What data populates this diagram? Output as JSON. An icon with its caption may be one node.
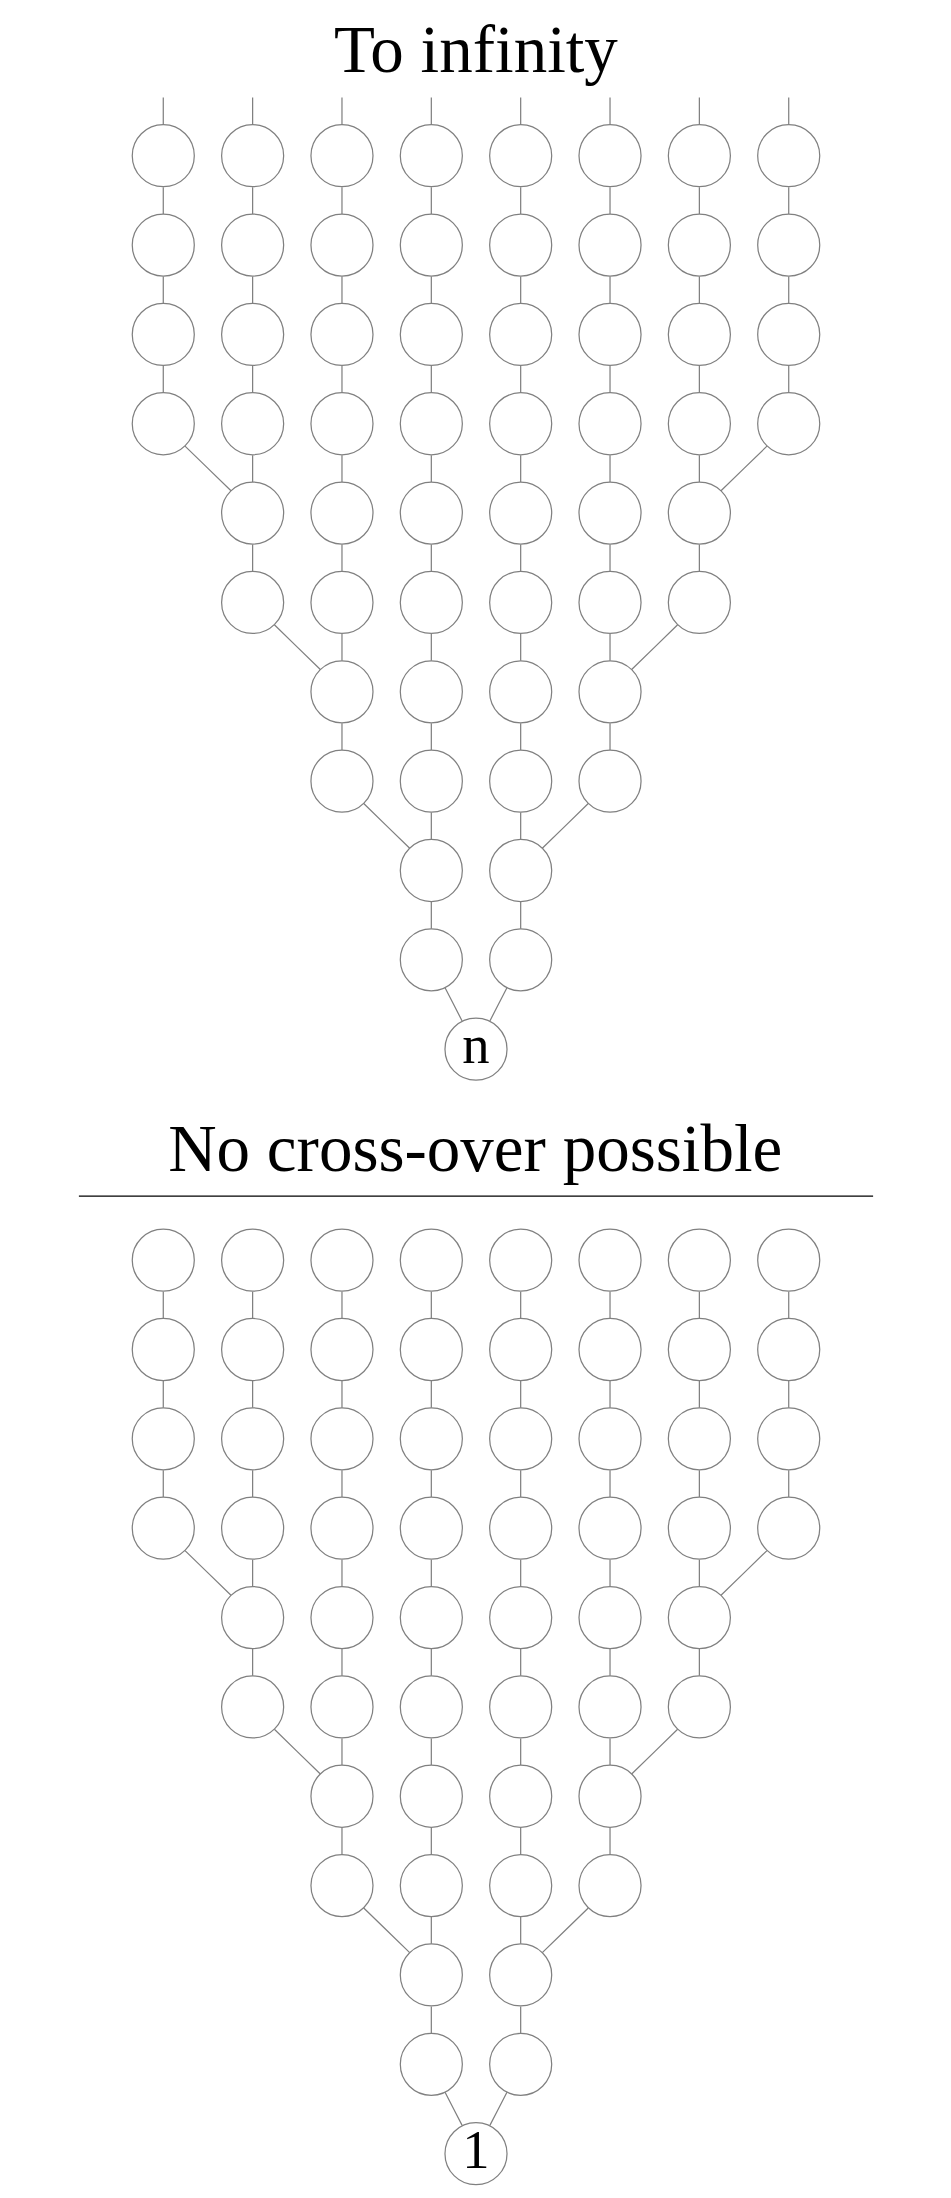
{
  "diagram": {
    "title": "To infinity",
    "nodes": [
      {
        "text": [],
        "shape": "circle"
      },
      {
        "text": [],
        "shape": "circle"
      },
      {
        "text": [],
        "shape": "circle"
      },
      {
        "text": [],
        "shape": "circle"
      },
      {
        "text": [],
        "shape": "circle"
      },
      {
        "text": [],
        "shape": "circle"
      },
      {
        "text": [],
        "shape": "circle"
      },
      {
        "text": [],
        "shape": "circle"
      },
      {
        "text": [],
        "shape": "circle"
      },
      {
        "text": [],
        "shape": "circle"
      },
      {
        "text": [],
        "shape": "circle"
      },
      {
        "text": [],
        "shape": "circle"
      },
      {
        "text": [],
        "shape": "circle"
      },
      {
        "text": [],
        "shape": "circle"
      },
      {
        "text": [],
        "shape": "circle"
      },
      {
        "text": [],
        "shape": "circle"
      },
      {
        "text": [],
        "shape": "circle"
      },
      {
        "text": [],
        "shape": "circle"
      },
      {
        "text": [],
        "shape": "circle"
      },
      {
        "text": [],
        "shape": "circle"
      },
      {
        "text": [],
        "shape": "circle"
      },
      {
        "text": [],
        "shape": "circle"
      },
      {
        "text": [],
        "shape": "circle"
      },
      {
        "text": [],
        "shape": "circle"
      },
      {
        "text": [],
        "shape": "circle"
      },
      {
        "text": [],
        "shape": "circle"
      },
      {
        "text": [],
        "shape": "circle"
      },
      {
        "text": [],
        "shape": "circle"
      },
      {
        "text": [],
        "shape": "circle"
      },
      {
        "text": [],
        "shape": "circle"
      },
      {
        "text": [],
        "shape": "circle"
      },
      {
        "text": [],
        "shape": "circle"
      },
      {
        "text": [],
        "shape": "circle"
      },
      {
        "text": [],
        "shape": "circle"
      },
      {
        "text": [],
        "shape": "circle"
      },
      {
        "text": [],
        "shape": "circle"
      },
      {
        "text": [],
        "shape": "circle"
      },
      {
        "text": [],
        "shape": "circle"
      },
      {
        "text": [],
        "shape": "circle"
      },
      {
        "text": [],
        "shape": "circle"
      },
      {
        "text": [],
        "shape": "circle"
      },
      {
        "text": [],
        "shape": "circle"
      },
      {
        "text": [],
        "shape": "circle"
      },
      {
        "text": [],
        "shape": "circle"
      },
      {
        "text": [],
        "shape": "circle"
      },
      {
        "text": [],
        "shape": "circle"
      },
      {
        "text": [],
        "shape": "circle"
      },
      {
        "text": [],
        "shape": "circle"
      },
      {
        "text": [],
        "shape": "circle"
      },
      {
        "text": [],
        "shape": "circle"
      },
      {
        "text": [],
        "shape": "circle"
      },
      {
        "text": [],
        "shape": "circle"
      },
      {
        "text": [],
        "shape": "circle"
      },
      {
        "text": [],
        "shape": "circle"
      },
      {
        "text": [],
        "shape": "circle"
      },
      {
        "text": [],
        "shape": "circle"
      },
      {
        "text": [
          "n"
        ]
      },
      {
        "text": [],
        "shape": "circle"
      },
      {
        "text": [],
        "shape": "circle"
      },
      {
        "text": [],
        "shape": "circle"
      },
      {
        "text": [],
        "shape": "circle"
      },
      {
        "text": [],
        "shape": "circle"
      },
      {
        "text": [],
        "shape": "circle"
      },
      {
        "text": [],
        "shape": "circle"
      },
      {
        "text": [],
        "shape": "circle"
      },
      {
        "text": [],
        "shape": "circle"
      },
      {
        "text": [],
        "shape": "circle"
      },
      {
        "text": [],
        "shape": "circle"
      },
      {
        "text": [],
        "shape": "circle"
      },
      {
        "text": [],
        "shape": "circle"
      },
      {
        "text": [],
        "shape": "circle"
      },
      {
        "text": [],
        "shape": "circle"
      },
      {
        "text": [],
        "shape": "circle"
      },
      {
        "text": [],
        "shape": "circle"
      },
      {
        "text": [],
        "shape": "circle"
      },
      {
        "text": [],
        "shape": "circle"
      },
      {
        "text": [],
        "shape": "circle"
      },
      {
        "text": [],
        "shape": "circle"
      },
      {
        "text": [],
        "shape": "circle"
      },
      {
        "text": [],
        "shape": "circle"
      },
      {
        "text": [],
        "shape": "circle"
      },
      {
        "text": [],
        "shape": "circle"
      },
      {
        "text": [],
        "shape": "circle"
      },
      {
        "text": [],
        "shape": "circle"
      },
      {
        "text": [],
        "shape": "circle"
      },
      {
        "text": [],
        "shape": "circle"
      },
      {
        "text": [],
        "shape": "circle"
      },
      {
        "text": [],
        "shape": "circle"
      },
      {
        "text": [],
        "shape": "circle"
      },
      {
        "text": [],
        "shape": "circle"
      },
      {
        "text": [],
        "shape": "circle"
      },
      {
        "text": [],
        "shape": "circle"
      },
      {
        "text": [],
        "shape": "circle"
      },
      {
        "text": [],
        "shape": "circle"
      },
      {
        "text": [],
        "shape": "circle"
      },
      {
        "text": [],
        "shape": "circle"
      },
      {
        "text": [],
        "shape": "circle"
      },
      {
        "text": [],
        "shape": "circle"
      },
      {
        "text": [],
        "shape": "circle"
      },
      {
        "text": [],
        "shape": "circle"
      },
      {
        "text": [],
        "shape": "circle"
      },
      {
        "text": [],
        "shape": "circle"
      },
      {
        "text": [],
        "shape": "circle"
      },
      {
        "text": [],
        "shape": "circle"
      },
      {
        "text": [],
        "shape": "circle"
      },
      {
        "text": [],
        "shape": "circle"
      },
      {
        "text": [],
        "shape": "circle"
      },
      {
        "text": [],
        "shape": "circle"
      },
      {
        "text": [],
        "shape": "circle"
      },
      {
        "text": [],
        "shape": "circle"
      },
      {
        "text": [],
        "shape": "circle"
      },
      {
        "text": [],
        "shape": "circle"
      },
      {
        "text": [],
        "shape": "circle"
      },
      {
        "text": [
          "1"
        ]
      }
    ],
    "edges": [
      {
        "from": 56,
        "to": 54,
        "arrow": "none"
      },
      {
        "from": 54,
        "to": 52,
        "arrow": "none"
      },
      {
        "from": 52,
        "to": 49,
        "arrow": "none"
      },
      {
        "from": 49,
        "to": 45,
        "arrow": "none"
      },
      {
        "from": 45,
        "to": 40,
        "arrow": "none"
      },
      {
        "from": 40,
        "to": 34,
        "arrow": "none"
      },
      {
        "from": 34,
        "to": 27,
        "arrow": "none"
      },
      {
        "from": 27,
        "to": 19,
        "arrow": "none"
      },
      {
        "from": 19,
        "to": 11,
        "arrow": "none"
      },
      {
        "from": 11,
        "to": 3,
        "arrow": "none"
      },
      {
        "from": 52,
        "to": 48,
        "arrow": "none"
      },
      {
        "from": 48,
        "to": 44,
        "arrow": "none"
      },
      {
        "from": 44,
        "to": 39,
        "arrow": "none"
      },
      {
        "from": 39,
        "to": 33,
        "arrow": "none"
      },
      {
        "from": 33,
        "to": 26,
        "arrow": "none"
      },
      {
        "from": 26,
        "to": 18,
        "arrow": "none"
      },
      {
        "from": 18,
        "to": 10,
        "arrow": "none"
      },
      {
        "from": 10,
        "to": 2,
        "arrow": "none"
      },
      {
        "from": 44,
        "to": 38,
        "arrow": "none"
      },
      {
        "from": 38,
        "to": 32,
        "arrow": "none"
      },
      {
        "from": 32,
        "to": 25,
        "arrow": "none"
      },
      {
        "from": 25,
        "to": 17,
        "arrow": "none"
      },
      {
        "from": 17,
        "to": 9,
        "arrow": "none"
      },
      {
        "from": 9,
        "to": 1,
        "arrow": "none"
      },
      {
        "from": 32,
        "to": 24,
        "arrow": "none"
      },
      {
        "from": 24,
        "to": 16,
        "arrow": "none"
      },
      {
        "from": 16,
        "to": 8,
        "arrow": "none"
      },
      {
        "from": 8,
        "to": 0,
        "arrow": "none"
      },
      {
        "from": 56,
        "to": 55,
        "arrow": "none"
      },
      {
        "from": 55,
        "to": 53,
        "arrow": "none"
      },
      {
        "from": 53,
        "to": 50,
        "arrow": "none"
      },
      {
        "from": 50,
        "to": 46,
        "arrow": "none"
      },
      {
        "from": 46,
        "to": 41,
        "arrow": "none"
      },
      {
        "from": 41,
        "to": 35,
        "arrow": "none"
      },
      {
        "from": 35,
        "to": 28,
        "arrow": "none"
      },
      {
        "from": 28,
        "to": 20,
        "arrow": "none"
      },
      {
        "from": 20,
        "to": 12,
        "arrow": "none"
      },
      {
        "from": 12,
        "to": 4,
        "arrow": "none"
      },
      {
        "from": 53,
        "to": 51,
        "arrow": "none"
      },
      {
        "from": 51,
        "to": 47,
        "arrow": "none"
      },
      {
        "from": 47,
        "to": 42,
        "arrow": "none"
      },
      {
        "from": 42,
        "to": 36,
        "arrow": "none"
      },
      {
        "from": 36,
        "to": 29,
        "arrow": "none"
      },
      {
        "from": 29,
        "to": 21,
        "arrow": "none"
      },
      {
        "from": 21,
        "to": 13,
        "arrow": "none"
      },
      {
        "from": 13,
        "to": 5,
        "arrow": "none"
      },
      {
        "from": 47,
        "to": 43,
        "arrow": "none"
      },
      {
        "from": 43,
        "to": 37,
        "arrow": "none"
      },
      {
        "from": 37,
        "to": 30,
        "arrow": "none"
      },
      {
        "from": 30,
        "to": 22,
        "arrow": "none"
      },
      {
        "from": 22,
        "to": 14,
        "arrow": "none"
      },
      {
        "from": 14,
        "to": 6,
        "arrow": "none"
      },
      {
        "from": 37,
        "to": 31,
        "arrow": "none"
      },
      {
        "from": 31,
        "to": 23,
        "arrow": "none"
      },
      {
        "from": 23,
        "to": 15,
        "arrow": "none"
      },
      {
        "from": 15,
        "to": 7,
        "arrow": "none"
      },
      {
        "from": 0,
        "to": null,
        "arrow": "none"
      },
      {
        "from": 1,
        "to": null,
        "arrow": "none"
      },
      {
        "from": 2,
        "to": null,
        "arrow": "none"
      },
      {
        "from": 3,
        "to": null,
        "arrow": "none"
      },
      {
        "from": 4,
        "to": null,
        "arrow": "none"
      },
      {
        "from": 5,
        "to": null,
        "arrow": "none"
      },
      {
        "from": 6,
        "to": null,
        "arrow": "none"
      },
      {
        "from": 7,
        "to": null,
        "arrow": "none"
      },
      {
        "from": 113,
        "to": 111,
        "arrow": "none"
      },
      {
        "from": 111,
        "to": 109,
        "arrow": "none"
      },
      {
        "from": 109,
        "to": 106,
        "arrow": "none"
      },
      {
        "from": 106,
        "to": 102,
        "arrow": "none"
      },
      {
        "from": 102,
        "to": 97,
        "arrow": "none"
      },
      {
        "from": 97,
        "to": 91,
        "arrow": "none"
      },
      {
        "from": 91,
        "to": 84,
        "arrow": "none"
      },
      {
        "from": 84,
        "to": 76,
        "arrow": "none"
      },
      {
        "from": 76,
        "to": 68,
        "arrow": "none"
      },
      {
        "from": 68,
        "to": 60,
        "arrow": "none"
      },
      {
        "from": 109,
        "to": 105,
        "arrow": "none"
      },
      {
        "from": 105,
        "to": 101,
        "arrow": "none"
      },
      {
        "from": 101,
        "to": 96,
        "arrow": "none"
      },
      {
        "from": 96,
        "to": 90,
        "arrow": "none"
      },
      {
        "from": 90,
        "to": 83,
        "arrow": "none"
      },
      {
        "from": 83,
        "to": 75,
        "arrow": "none"
      },
      {
        "from": 75,
        "to": 67,
        "arrow": "none"
      },
      {
        "from": 67,
        "to": 59,
        "arrow": "none"
      },
      {
        "from": 101,
        "to": 95,
        "arrow": "none"
      },
      {
        "from": 95,
        "to": 89,
        "arrow": "none"
      },
      {
        "from": 89,
        "to": 82,
        "arrow": "none"
      },
      {
        "from": 82,
        "to": 74,
        "arrow": "none"
      },
      {
        "from": 74,
        "to": 66,
        "arrow": "none"
      },
      {
        "from": 66,
        "to": 58,
        "arrow": "none"
      },
      {
        "from": 89,
        "to": 81,
        "arrow": "none"
      },
      {
        "from": 81,
        "to": 73,
        "arrow": "none"
      },
      {
        "from": 73,
        "to": 65,
        "arrow": "none"
      },
      {
        "from": 65,
        "to": 57,
        "arrow": "none"
      },
      {
        "from": 113,
        "to": 112,
        "arrow": "none"
      },
      {
        "from": 112,
        "to": 110,
        "arrow": "none"
      },
      {
        "from": 110,
        "to": 107,
        "arrow": "none"
      },
      {
        "from": 107,
        "to": 103,
        "arrow": "none"
      },
      {
        "from": 103,
        "to": 98,
        "arrow": "none"
      },
      {
        "from": 98,
        "to": 92,
        "arrow": "none"
      },
      {
        "from": 92,
        "to": 85,
        "arrow": "none"
      },
      {
        "from": 85,
        "to": 77,
        "arrow": "none"
      },
      {
        "from": 77,
        "to": 69,
        "arrow": "none"
      },
      {
        "from": 69,
        "to": 61,
        "arrow": "none"
      },
      {
        "from": 110,
        "to": 108,
        "arrow": "none"
      },
      {
        "from": 108,
        "to": 104,
        "arrow": "none"
      },
      {
        "from": 104,
        "to": 99,
        "arrow": "none"
      },
      {
        "from": 99,
        "to": 93,
        "arrow": "none"
      },
      {
        "from": 93,
        "to": 86,
        "arrow": "none"
      },
      {
        "from": 86,
        "to": 78,
        "arrow": "none"
      },
      {
        "from": 78,
        "to": 70,
        "arrow": "none"
      },
      {
        "from": 70,
        "to": 62,
        "arrow": "none"
      },
      {
        "from": 104,
        "to": 100,
        "arrow": "none"
      },
      {
        "from": 100,
        "to": 94,
        "arrow": "none"
      },
      {
        "from": 94,
        "to": 87,
        "arrow": "none"
      },
      {
        "from": 87,
        "to": 79,
        "arrow": "none"
      },
      {
        "from": 79,
        "to": 71,
        "arrow": "none"
      },
      {
        "from": 71,
        "to": 63,
        "arrow": "none"
      },
      {
        "from": 94,
        "to": 88,
        "arrow": "none"
      },
      {
        "from": 88,
        "to": 80,
        "arrow": "none"
      },
      {
        "from": 80,
        "to": 72,
        "arrow": "none"
      },
      {
        "from": 72,
        "to": 64,
        "arrow": "none"
      }
    ],
    "labels": [
      "No cross-over possible"
    ]
  }
}
